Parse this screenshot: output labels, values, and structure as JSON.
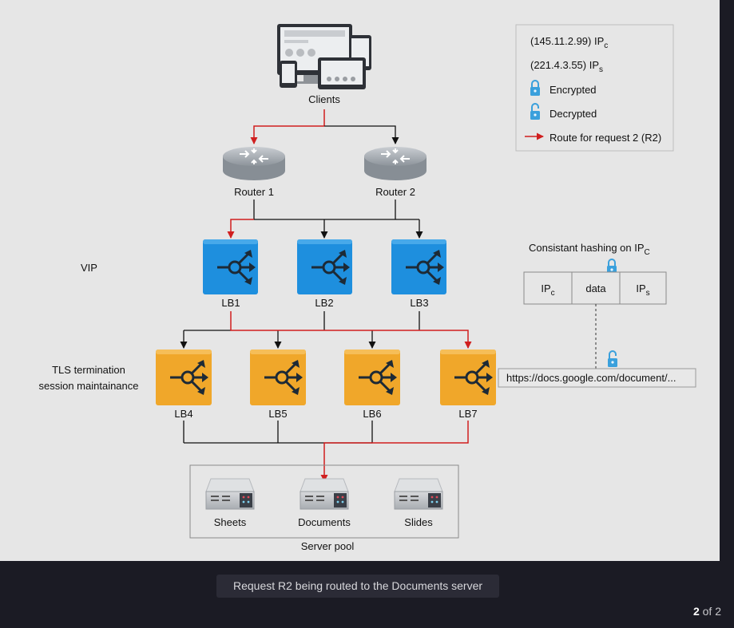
{
  "diagram": {
    "nodes": {
      "clients": "Clients",
      "router1": "Router 1",
      "router2": "Router 2",
      "lb1": "LB1",
      "lb2": "LB2",
      "lb3": "LB3",
      "lb4": "LB4",
      "lb5": "LB5",
      "lb6": "LB6",
      "lb7": "LB7",
      "sheets": "Sheets",
      "documents": "Documents",
      "slides": "Slides"
    },
    "labels": {
      "vip": "VIP",
      "tls_line1": "TLS termination",
      "tls_line2": "session maintainance",
      "server_pool": "Server pool"
    },
    "legend": {
      "ipc_value": "(145.11.2.99) IP",
      "ipc_sub": "c",
      "ips_value": "(221.4.3.55) IP",
      "ips_sub": "s",
      "encrypted": "Encrypted",
      "decrypted": "Decrypted",
      "route": "Route for request 2 (R2)"
    },
    "hashing": {
      "title": "Consistant hashing on IP",
      "title_sub": "C",
      "cell1": "IP",
      "cell1_sub": "c",
      "cell2": "data",
      "cell3": "IP",
      "cell3_sub": "s",
      "url": "https://docs.google.com/document/..."
    },
    "colors": {
      "route_red": "#d01f1f",
      "vip_lb_blue": "#1e8fde",
      "tls_lb_orange": "#f0a72a",
      "lock_blue": "#3aa0dc"
    }
  },
  "caption": "Request R2 being routed to the Documents server",
  "pager": {
    "current": "2",
    "separator": " of ",
    "total": "2"
  }
}
